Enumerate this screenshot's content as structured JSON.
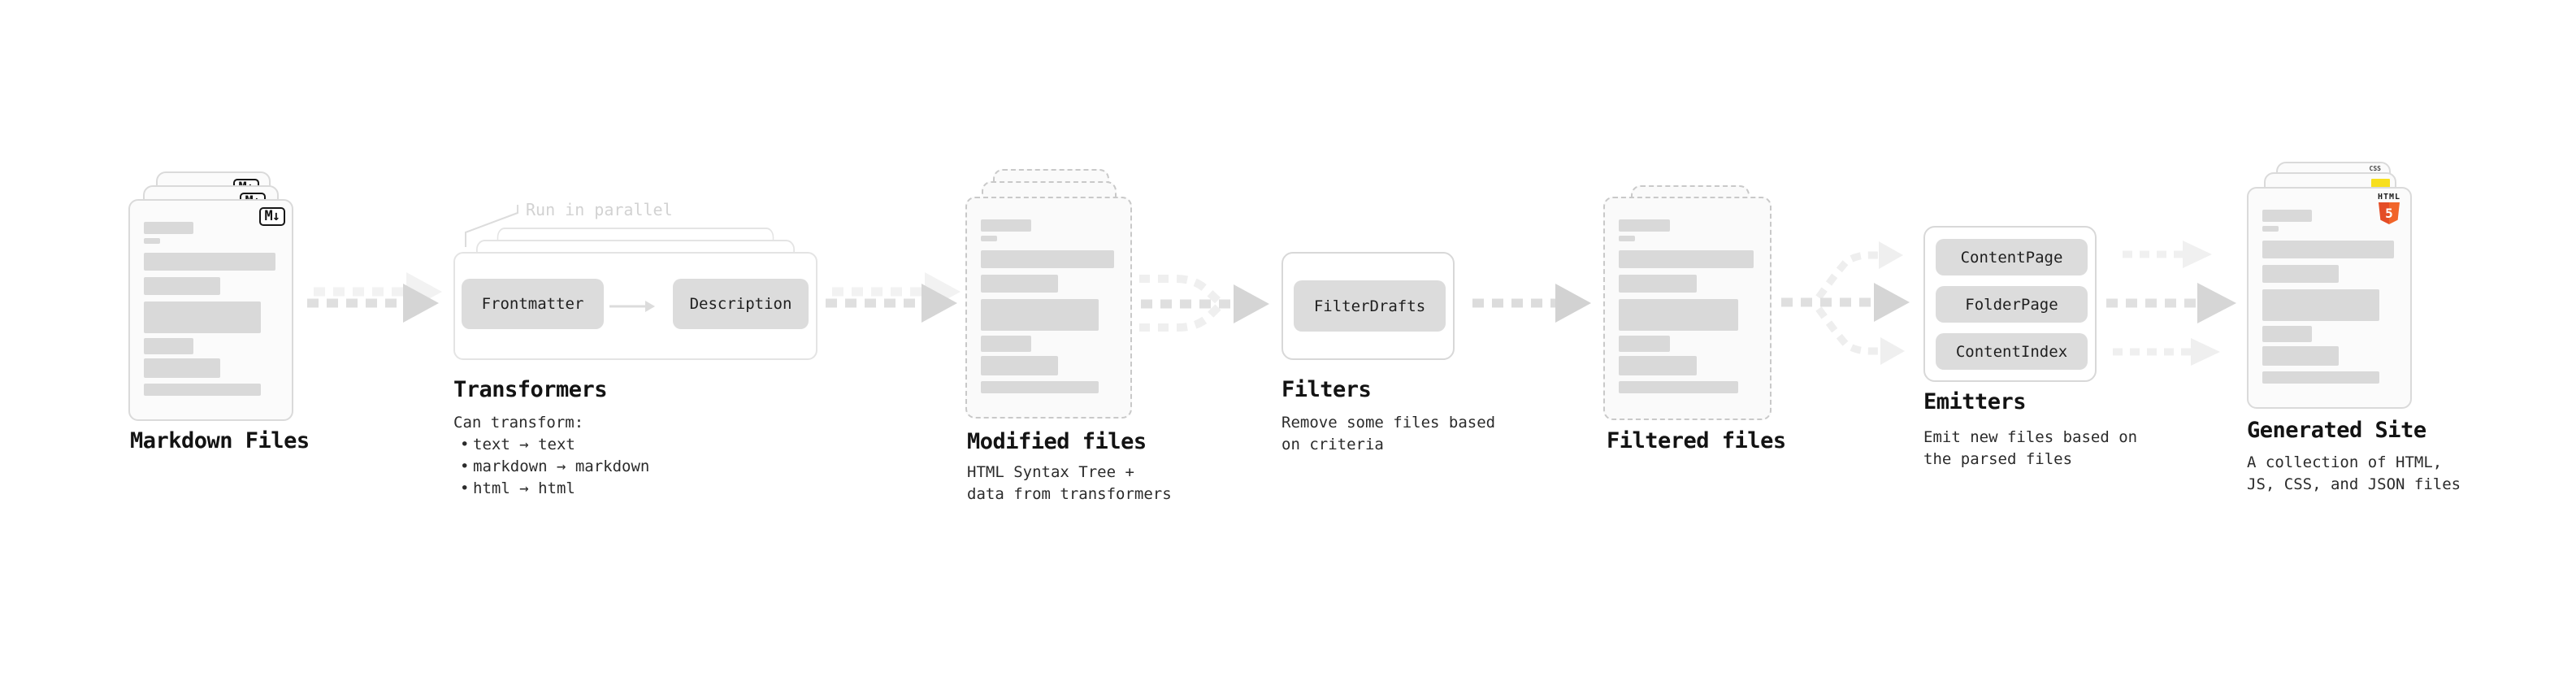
{
  "markdown_files": {
    "title": "Markdown Files",
    "badge": "M↓"
  },
  "transformers": {
    "title": "Transformers",
    "note": "Run in parallel",
    "pill_left": "Frontmatter",
    "pill_right": "Description",
    "desc_heading": "Can transform:",
    "bullets": [
      "text → text",
      "markdown → markdown",
      "html → html"
    ]
  },
  "modified_files": {
    "title": "Modified files",
    "desc": [
      "HTML Syntax Tree +",
      "data from transformers"
    ]
  },
  "filters": {
    "title": "Filters",
    "pill": "FilterDrafts",
    "desc": [
      "Remove some files based",
      "on criteria"
    ]
  },
  "filtered_files": {
    "title": "Filtered files"
  },
  "emitters": {
    "title": "Emitters",
    "pills": [
      "ContentPage",
      "FolderPage",
      "ContentIndex"
    ],
    "desc": [
      "Emit new files based on",
      "the parsed files"
    ]
  },
  "generated_site": {
    "title": "Generated Site",
    "desc": [
      "A collection of HTML,",
      "JS, CSS, and JSON files"
    ],
    "badges": {
      "html5_label": "HTML",
      "html5_number": "5",
      "css": "CSS"
    }
  },
  "colors": {
    "html5_orange": "#e44d26",
    "html5_orange_light": "#f16529",
    "js_yellow": "#f7df1e",
    "css_blue": "#2b5fde",
    "skeleton_bar": "#d9d9d9",
    "arrow_gray": "#dcdcdc"
  }
}
